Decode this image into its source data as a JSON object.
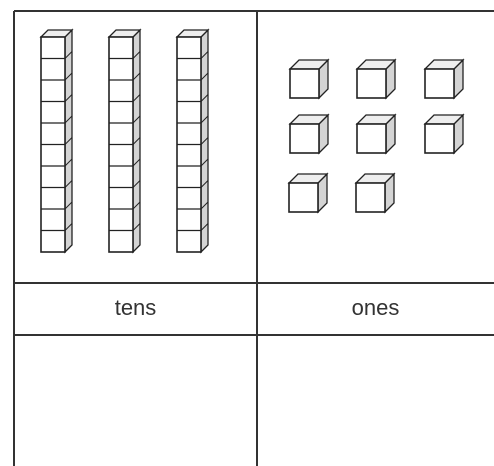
{
  "table": {
    "columns": [
      {
        "label": "tens",
        "count": 3
      },
      {
        "label": "ones",
        "count": 8
      }
    ]
  },
  "colors": {
    "line": "#333333",
    "block_face": "#ffffff",
    "block_shade": "#d4d4d4",
    "block_edge": "#222222"
  },
  "icons": {
    "ten_rod": "ten-rod-block-icon",
    "unit_cube": "unit-cube-icon"
  }
}
